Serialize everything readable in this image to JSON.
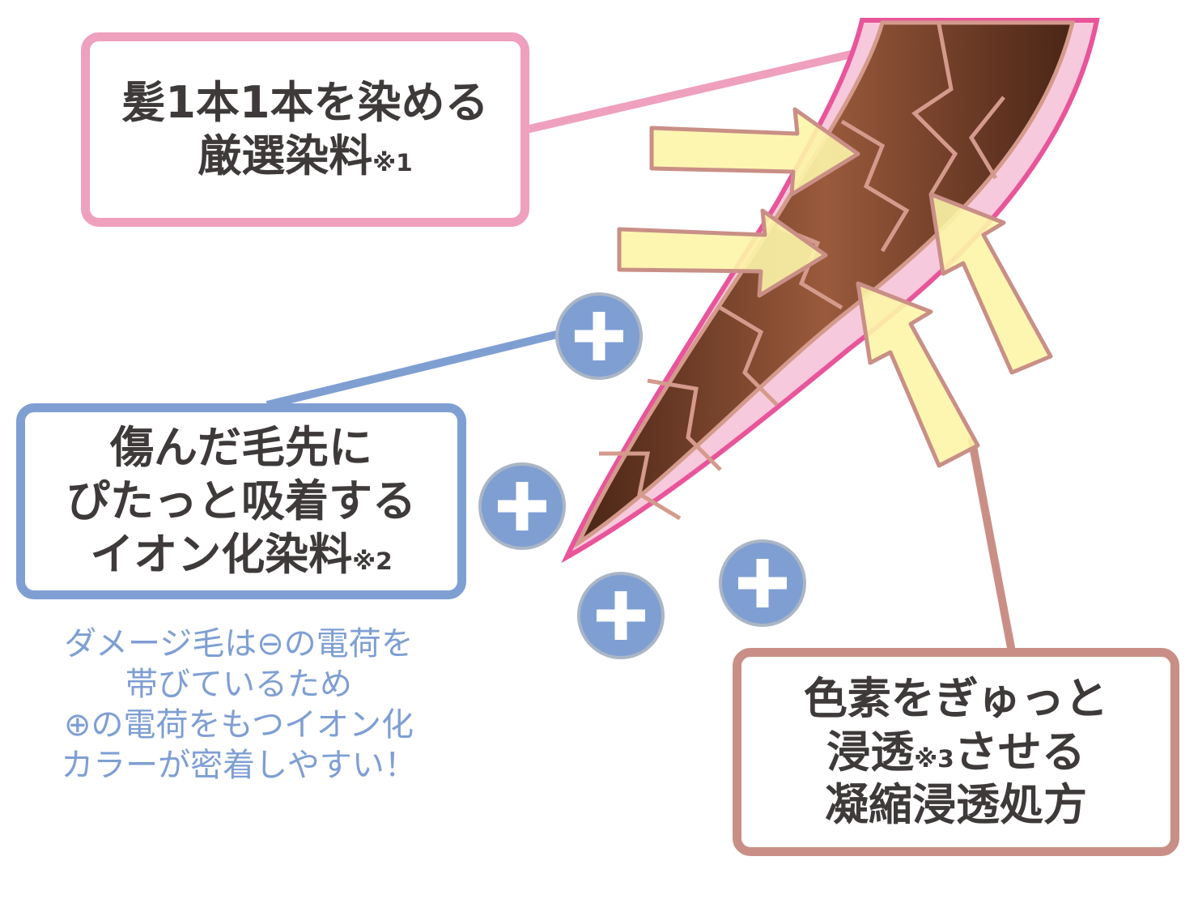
{
  "colors": {
    "pink": "#eea0bd",
    "blue": "#7f9fd3",
    "brown": "#c98f86",
    "hair": "#6b3b26",
    "arrow": "#fdf5a8"
  },
  "callout_pink": {
    "lines": [
      "髪1本1本を染める",
      "厳選染料"
    ],
    "note": "※1"
  },
  "callout_blue": {
    "lines": [
      "傷んだ毛先に",
      "ぴたっと吸着する",
      "イオン化染料"
    ],
    "note": "※2"
  },
  "callout_brown": {
    "line1": "色素をぎゅっと",
    "line2a": "浸透",
    "note": "※3",
    "line2b": "させる",
    "line3": "凝縮浸透処方"
  },
  "explanation": [
    "ダメージ毛は⊖の電荷を",
    "帯びているため",
    "⊕の電荷をもつイオン化",
    "カラーが密着しやすい！"
  ],
  "icons": [
    "plus-ion-icon",
    "plus-ion-icon",
    "plus-ion-icon",
    "plus-ion-icon",
    "arrow-icon"
  ]
}
